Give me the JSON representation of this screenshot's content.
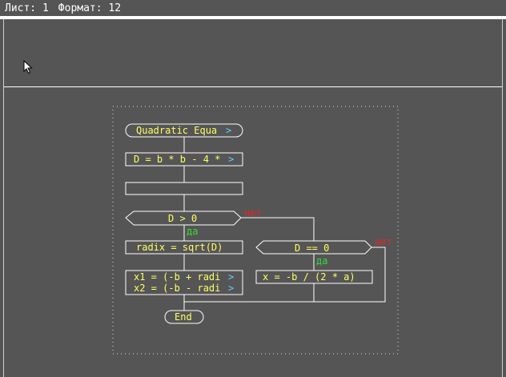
{
  "status_bar": {
    "sheet_label": "Лист: 1",
    "format_label": "Формат: 12"
  },
  "colors": {
    "background": "#555555",
    "block_text": "#ffff66",
    "block_border": "#ffffff",
    "overflow_marker": "#66ccff",
    "yes_label": "#33dd33",
    "no_label": "#ee2222",
    "grid_dots": "#dddddd"
  },
  "flowchart": {
    "start": "Quadratic Equa",
    "assign_d": "D = b * b - 4 *",
    "empty_block": "",
    "cond_d_gt_0": "D > 0",
    "yes_1": "да",
    "no_1": "нет",
    "radix": "radix = sqrt(D)",
    "x1": "x1 = (-b + radi",
    "x2": "x2 = (-b - radi",
    "cond_d_eq_0": "D == 0",
    "yes_2": "да",
    "no_2": "нет",
    "x_single": "x = -b / (2 * a)",
    "end": "End",
    "overflow_marker": ">"
  }
}
